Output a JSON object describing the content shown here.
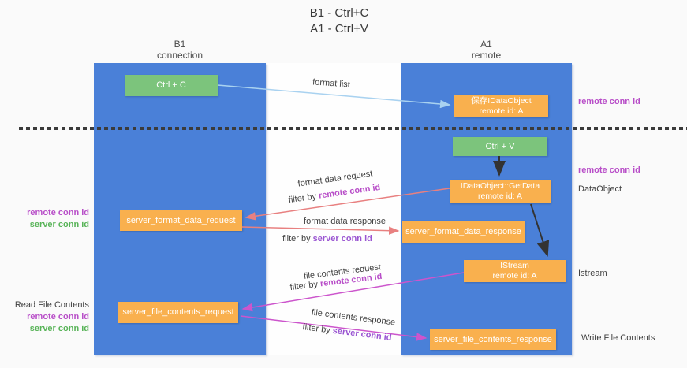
{
  "title": {
    "line1": "B1 - Ctrl+C",
    "line2": "A1 - Ctrl+V"
  },
  "lanes": {
    "b1": {
      "name": "B1",
      "role": "connection"
    },
    "a1": {
      "name": "A1",
      "role": "remote"
    }
  },
  "nodes": {
    "ctrl_c": "Ctrl + C",
    "ctrl_v": "Ctrl + V",
    "save_dataobject": {
      "title": "保存IDataObject",
      "subtitle": "remote id: A"
    },
    "getdata": {
      "title": "IDataObject::GetData",
      "subtitle": "remote id: A"
    },
    "istream": {
      "title": "IStream",
      "subtitle": "remote id: A"
    },
    "format_request": "server_format_data_request",
    "format_response": "server_format_data_response",
    "file_request": "server_file_contents_request",
    "file_response": "server_file_contents_response"
  },
  "edge_labels": {
    "format_list": "format list",
    "format_data_request": "format data request",
    "format_data_response": "format data response",
    "file_contents_request": "file contents request",
    "file_contents_response": "file contents response",
    "filter_by": "filter by",
    "remote_conn_id": "remote conn id",
    "server_conn_id": "server conn id"
  },
  "side_labels": {
    "left": {
      "remote_conn_id": "remote conn id",
      "server_conn_id": "server conn id",
      "read_file_contents": "Read File Contents"
    },
    "right": {
      "remote_conn_id_top": "remote conn id",
      "remote_conn_id_mid": "remote conn id",
      "dataobject": "DataObject",
      "istream": "Istream",
      "write_file_contents": "Write File Contents"
    }
  },
  "colors": {
    "column-blue": "#4a80d8",
    "node-green": "#7cc47c",
    "node-orange": "#f9b04e",
    "arrow-blue": "#a9d2f0",
    "arrow-black": "#333333",
    "arrow-red": "#e88080",
    "arrow-magenta": "#cc55cc",
    "remote-conn": "#b84ec8",
    "server-conn-mid": "#9a55d2",
    "server-conn-green": "#57b357",
    "text-dark": "#3f3f3f"
  }
}
